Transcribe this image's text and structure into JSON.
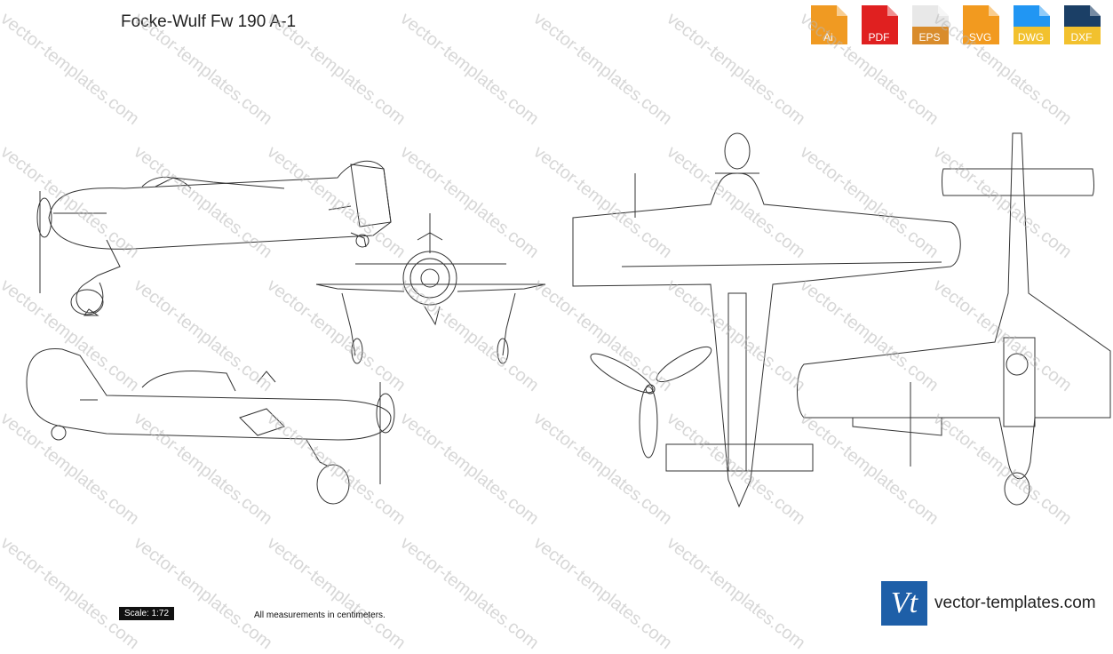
{
  "title": "Focke-Wulf Fw 190 A-1",
  "formats": [
    {
      "label": "Ai",
      "color": "#f09a22",
      "icon": "ai-file-icon"
    },
    {
      "label": "PDF",
      "color": "#e02020",
      "icon": "pdf-file-icon"
    },
    {
      "label": "EPS",
      "color": "#d98c2c",
      "icon": "eps-file-icon"
    },
    {
      "label": "SVG",
      "color": "#f29a1f",
      "icon": "svg-file-icon"
    },
    {
      "label": "DWG",
      "color": "#2196f3",
      "icon": "dwg-file-icon"
    },
    {
      "label": "DXF",
      "color": "#1b3f66",
      "icon": "dxf-file-icon"
    }
  ],
  "watermark_text": "vector-templates.com",
  "scale_label": "Scale: 1:72",
  "measurement_note": "All measurements in centimeters.",
  "brand": {
    "logo_text": "Vt",
    "site": "vector-templates.com"
  }
}
